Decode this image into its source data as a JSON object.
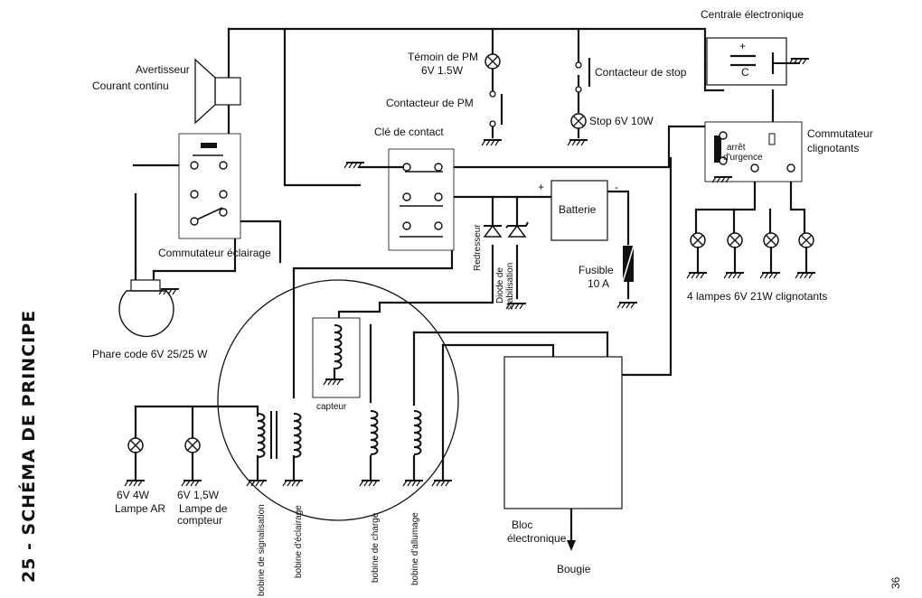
{
  "page": {
    "side_title": "25 - SCHÉMA DE PRINCIPE",
    "page_number": "36"
  },
  "labels": {
    "centrale": "Centrale électronique",
    "centrale_plus": "+",
    "centrale_c": "C",
    "avertisseur_1": "Avertisseur",
    "avertisseur_2": "Courant continu",
    "temoin_1": "Témoin de PM",
    "temoin_2": "6V 1.5W",
    "contacteur_stop": "Contacteur de stop",
    "contacteur_pm": "Contacteur de PM",
    "stop_lamp": "Stop 6V 10W",
    "cle": "Clé de contact",
    "commutateur_clignotants_1": "Commutateur",
    "commutateur_clignotants_2": "clignotants",
    "arret_1": "arrêt",
    "arret_2": "d'urgence",
    "batterie": "Batterie",
    "batt_plus": "+",
    "batt_minus": "-",
    "redresseur": "Redresseur",
    "diode_1": "Diode de",
    "diode_2": "stabilisation",
    "fusible_1": "Fusible",
    "fusible_2": "10 A",
    "lampes_clignotants": "4 lampes 6V 21W clignotants",
    "commutateur_eclairage": "Commutateur éclairage",
    "phare": "Phare code 6V 25/25 W",
    "capteur": "capteur",
    "lampe_ar_1": "6V 4W",
    "lampe_ar_2": "Lampe AR",
    "lampe_cpt_1": "6V 1,5W",
    "lampe_cpt_2": "Lampe de",
    "lampe_cpt_3": "compteur",
    "bloc_1": "Bloc",
    "bloc_2": "électronique",
    "bougie": "Bougie",
    "bobine_signalisation": "bobine de signalisation",
    "bobine_eclairage": "bobine d'éclairage",
    "bobine_charge": "bobine de charge",
    "bobine_allumage": "bobine d'allumage"
  }
}
